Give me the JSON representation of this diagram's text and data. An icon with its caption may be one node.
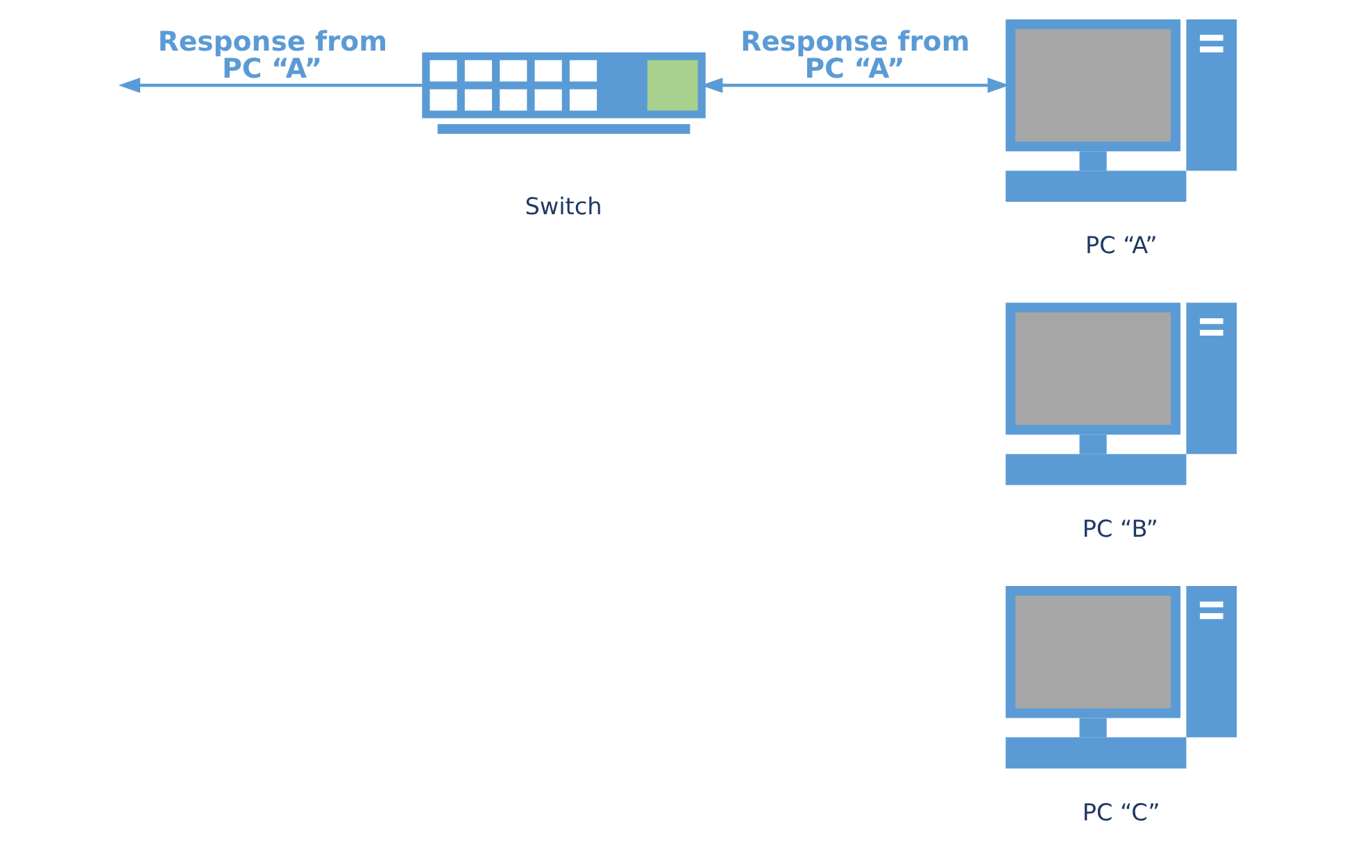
{
  "diagram": {
    "nodes": [
      {
        "text": [],
        "shape": "picture",
        "beside": [
          "Switch"
        ]
      },
      {
        "text": [],
        "shape": "picture",
        "beside": [
          "PC “A”"
        ]
      },
      {
        "text": [],
        "shape": "picture",
        "beside": [
          "PC “B”"
        ]
      },
      {
        "text": [],
        "shape": "picture",
        "beside": [
          "PC “C”"
        ]
      }
    ],
    "edges": [
      {
        "from": 1,
        "to": 0,
        "arrow": "both",
        "label": "Response from PC “A”"
      },
      {
        "from": 0,
        "to": null,
        "arrow": "to",
        "label": "Response from PC “A”"
      }
    ]
  }
}
